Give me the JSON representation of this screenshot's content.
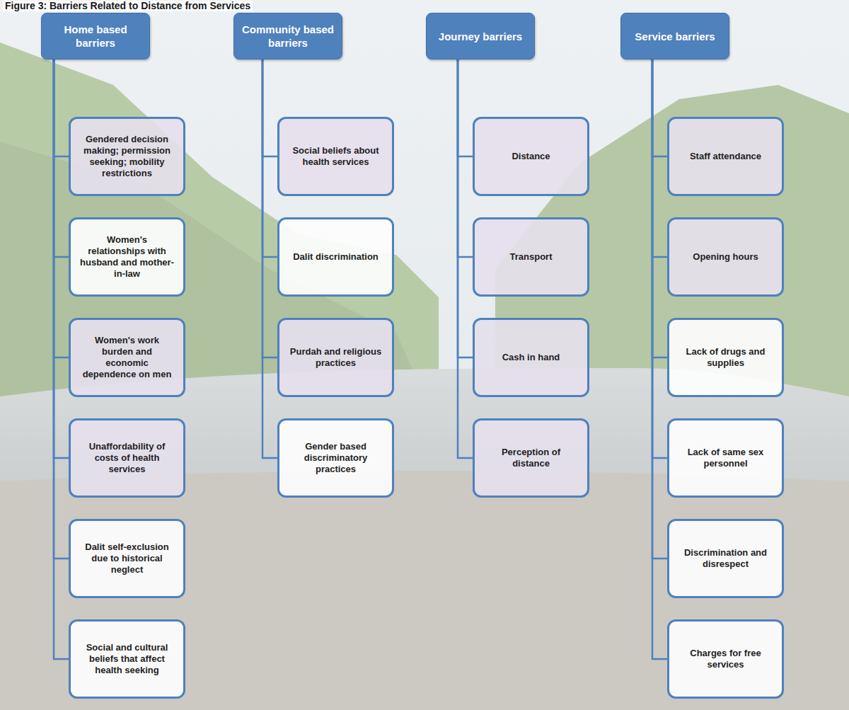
{
  "diagram": {
    "title": "Figure 3: Barriers Related to Distance from Services",
    "nodes": [
      {
        "text": [
          "Home based barriers"
        ]
      },
      {
        "text": [
          "Gendered decision making; permission seeking; mobility restrictions"
        ]
      },
      {
        "text": [
          "Women's relationships with husband and mother-in-law"
        ]
      },
      {
        "text": [
          "Women's work burden and economic dependence on men"
        ]
      },
      {
        "text": [
          "Unaffordability of costs of health services"
        ]
      },
      {
        "text": [
          "Dalit self-exclusion due to historical neglect"
        ]
      },
      {
        "text": [
          "Social and cultural beliefs that affect health seeking"
        ]
      },
      {
        "text": [
          "Community based barriers"
        ]
      },
      {
        "text": [
          "Social beliefs about health services"
        ]
      },
      {
        "text": [
          "Dalit discrimination"
        ]
      },
      {
        "text": [
          "Purdah and religious practices"
        ]
      },
      {
        "text": [
          "Gender based discriminatory practices"
        ]
      },
      {
        "text": [
          "Journey barriers"
        ]
      },
      {
        "text": [
          "Distance"
        ]
      },
      {
        "text": [
          "Transport"
        ]
      },
      {
        "text": [
          "Cash in hand"
        ]
      },
      {
        "text": [
          "Perception of distance"
        ]
      },
      {
        "text": [
          "Service barriers"
        ]
      },
      {
        "text": [
          "Staff attendance"
        ]
      },
      {
        "text": [
          "Opening hours"
        ]
      },
      {
        "text": [
          "Lack of drugs and supplies"
        ]
      },
      {
        "text": [
          "Lack of same sex personnel"
        ]
      },
      {
        "text": [
          "Discrimination and disrespect"
        ]
      },
      {
        "text": [
          "Charges for free services"
        ]
      }
    ],
    "edges": [
      {
        "from": 0,
        "to": 1,
        "arrow": "none"
      },
      {
        "from": 0,
        "to": 2,
        "arrow": "none"
      },
      {
        "from": 0,
        "to": 3,
        "arrow": "none"
      },
      {
        "from": 0,
        "to": 4,
        "arrow": "none"
      },
      {
        "from": 0,
        "to": 5,
        "arrow": "none"
      },
      {
        "from": 0,
        "to": 6,
        "arrow": "none"
      },
      {
        "from": 7,
        "to": 8,
        "arrow": "none"
      },
      {
        "from": 7,
        "to": 9,
        "arrow": "none"
      },
      {
        "from": 7,
        "to": 10,
        "arrow": "none"
      },
      {
        "from": 7,
        "to": 11,
        "arrow": "none"
      },
      {
        "from": 12,
        "to": 13,
        "arrow": "none"
      },
      {
        "from": 12,
        "to": 14,
        "arrow": "none"
      },
      {
        "from": 12,
        "to": 15,
        "arrow": "none"
      },
      {
        "from": 12,
        "to": 16,
        "arrow": "none"
      },
      {
        "from": 17,
        "to": 18,
        "arrow": "none"
      },
      {
        "from": 17,
        "to": 19,
        "arrow": "none"
      },
      {
        "from": 17,
        "to": 20,
        "arrow": "none"
      },
      {
        "from": 17,
        "to": 21,
        "arrow": "none"
      },
      {
        "from": 17,
        "to": 22,
        "arrow": "none"
      },
      {
        "from": 17,
        "to": 23,
        "arrow": "none"
      }
    ]
  }
}
